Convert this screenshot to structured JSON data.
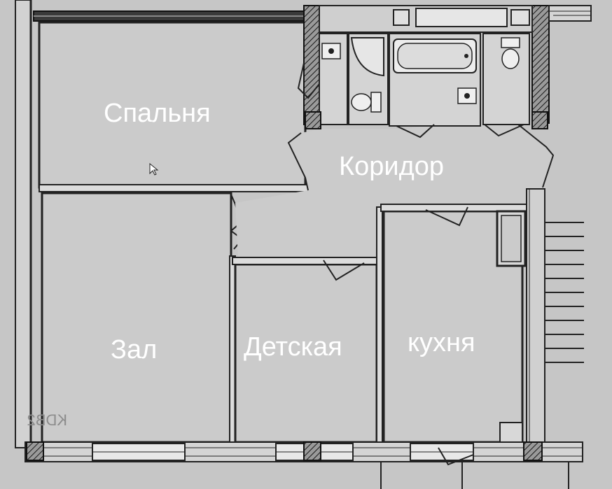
{
  "rooms": {
    "bedroom": "Спальня",
    "corridor": "Коридор",
    "hall": "Зал",
    "nursery": "Детская",
    "kitchen": "кухня"
  },
  "watermark": "KDB2",
  "colors": {
    "background": "#c6c6c6",
    "room_fill": "#cbcbcb",
    "wall": "#222222",
    "label": "#ffffff"
  }
}
